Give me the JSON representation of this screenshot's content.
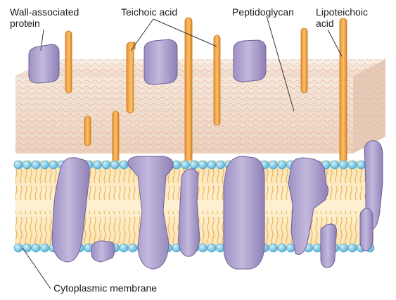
{
  "labels": {
    "wall_associated_protein": [
      "Wall-associated",
      "protein"
    ],
    "teichoic_acid": "Teichoic acid",
    "peptidoglycan": "Peptidoglycan",
    "lipoteichoic_acid": [
      "Lipoteichoic",
      "acid"
    ],
    "cytoplasmic_membrane": "Cytoplasmic membrane"
  },
  "colors": {
    "protein": "#b4a8cf",
    "protein_dark": "#7d6fa3",
    "teichoic": "#f2a64a",
    "lipid_head": "#7ec9e6",
    "lipid_tail": "#f0c878",
    "membrane_core": "#fbe7bd",
    "peptidoglycan": "#f6e3d4",
    "peptidoglycan_side": "#e6c8b2",
    "leader_line": "#333333"
  }
}
